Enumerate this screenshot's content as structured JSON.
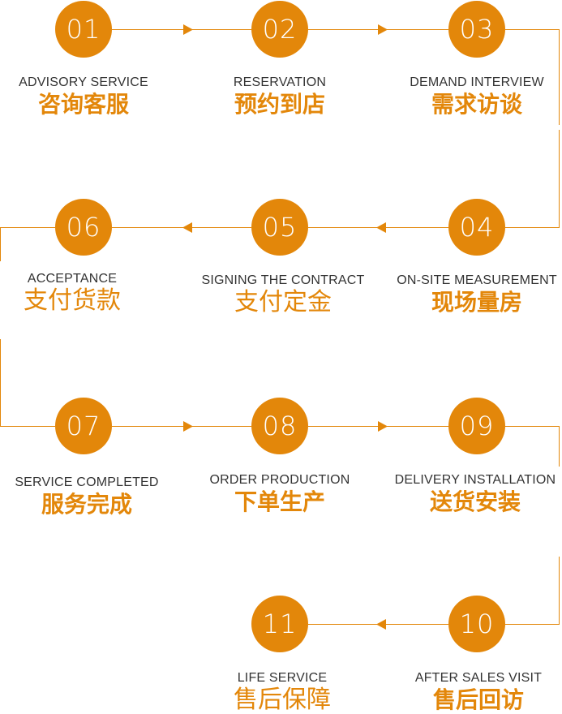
{
  "colors": {
    "accent": "#e3870a",
    "text": "#333333",
    "background": "#ffffff"
  },
  "steps": [
    {
      "num": "01",
      "en": "ADVISORY SERVICE",
      "cn": "咨询客服"
    },
    {
      "num": "02",
      "en": "RESERVATION",
      "cn": "预约到店"
    },
    {
      "num": "03",
      "en": "DEMAND INTERVIEW",
      "cn": "需求访谈"
    },
    {
      "num": "04",
      "en": "ON-SITE MEASUREMENT",
      "cn": "现场量房"
    },
    {
      "num": "05",
      "en": "SIGNING THE CONTRACT",
      "cn": "支付定金"
    },
    {
      "num": "06",
      "en": "ACCEPTANCE",
      "cn": "支付货款"
    },
    {
      "num": "07",
      "en": "SERVICE COMPLETED",
      "cn": "服务完成"
    },
    {
      "num": "08",
      "en": "ORDER PRODUCTION",
      "cn": "下单生产"
    },
    {
      "num": "09",
      "en": "DELIVERY INSTALLATION",
      "cn": "送货安装"
    },
    {
      "num": "10",
      "en": "AFTER SALES VISIT",
      "cn": "售后回访"
    },
    {
      "num": "11",
      "en": "LIFE SERVICE",
      "cn": "售后保障"
    }
  ],
  "connectors": [
    {
      "from": "01",
      "to": "02",
      "arrow": "right-arrow"
    },
    {
      "from": "02",
      "to": "03",
      "arrow": "right-arrow"
    },
    {
      "from": "03",
      "to": "04",
      "arrow": "none"
    },
    {
      "from": "04",
      "to": "05",
      "arrow": "left-arrow"
    },
    {
      "from": "05",
      "to": "06",
      "arrow": "left-arrow"
    },
    {
      "from": "06",
      "to": "07",
      "arrow": "none"
    },
    {
      "from": "07",
      "to": "08",
      "arrow": "right-arrow"
    },
    {
      "from": "08",
      "to": "09",
      "arrow": "right-arrow"
    },
    {
      "from": "09",
      "to": "10",
      "arrow": "none"
    },
    {
      "from": "10",
      "to": "11",
      "arrow": "left-arrow"
    }
  ]
}
